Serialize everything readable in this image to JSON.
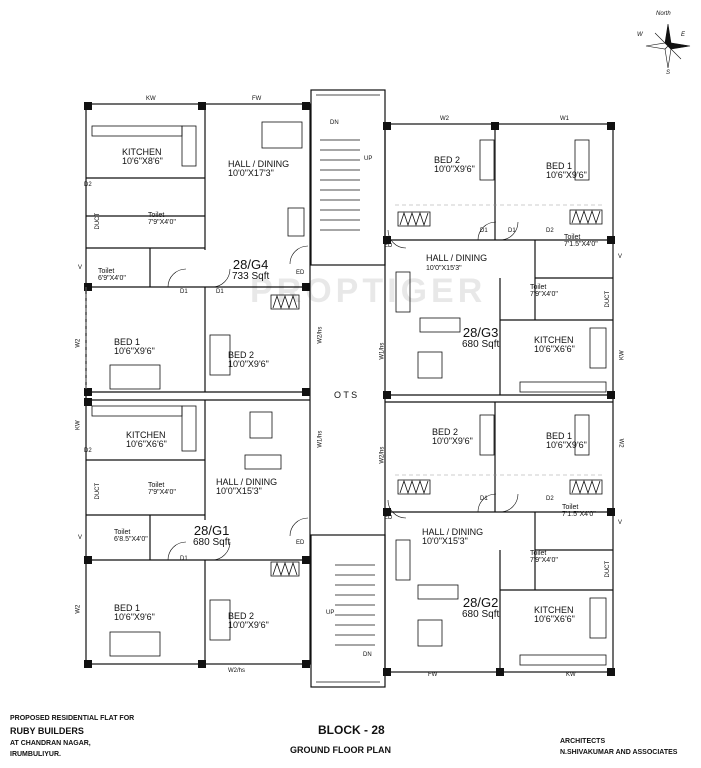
{
  "watermark": "PROPTIGER",
  "compass": {
    "north_word": "North",
    "n": "N",
    "s": "S",
    "e": "E",
    "w": "W"
  },
  "shaft": "O T S",
  "stairs": {
    "dn": "DN",
    "up": "UP"
  },
  "units": {
    "g4": {
      "name": "28/G4",
      "area": "733 Sqft"
    },
    "g3": {
      "name": "28/G3",
      "area": "680 Sqft"
    },
    "g1": {
      "name": "28/G1",
      "area": "680 Sqft"
    },
    "g2": {
      "name": "28/G2",
      "area": "680 Sqft"
    }
  },
  "rooms": {
    "g4_kitchen": {
      "name": "KITCHEN",
      "size": "10'6\"X8'6\""
    },
    "g4_hall": {
      "name": "HALL / DINING",
      "size": "10'0\"X17'3\""
    },
    "g4_toilet_a": {
      "name": "Toilet",
      "size": "7'9\"X4'0\""
    },
    "g4_toilet_b": {
      "name": "Toilet",
      "size": "6'9\"X4'0\""
    },
    "g4_bed1": {
      "name": "BED 1",
      "size": "10'6\"X9'6\""
    },
    "g4_bed2": {
      "name": "BED 2",
      "size": "10'0\"X9'6\""
    },
    "g3_bed2": {
      "name": "BED 2",
      "size": "10'0\"X9'6\""
    },
    "g3_bed1": {
      "name": "BED 1",
      "size": "10'6\"X9'6\""
    },
    "g3_toilet_a": {
      "name": "Toilet",
      "size": "7'1.5\"X4'0\""
    },
    "g3_hall": {
      "name": "HALL / DINING",
      "size": "10'0\"X15'3\""
    },
    "g3_toilet_b": {
      "name": "Toilet",
      "size": "7'9\"X4'0\""
    },
    "g3_kitchen": {
      "name": "KITCHEN",
      "size": "10'6\"X6'6\""
    },
    "g1_kitchen": {
      "name": "KITCHEN",
      "size": "10'6\"X6'6\""
    },
    "g1_toilet_a": {
      "name": "Toilet",
      "size": "7'9\"X4'0\""
    },
    "g1_hall": {
      "name": "HALL / DINING",
      "size": "10'0\"X15'3\""
    },
    "g1_toilet_b": {
      "name": "Toilet",
      "size": "6'8.5\"X4'0\""
    },
    "g1_bed1": {
      "name": "BED 1",
      "size": "10'6\"X9'6\""
    },
    "g1_bed2": {
      "name": "BED 2",
      "size": "10'0\"X9'6\""
    },
    "g2_bed2": {
      "name": "BED 2",
      "size": "10'0\"X9'6\""
    },
    "g2_bed1": {
      "name": "BED 1",
      "size": "10'6\"X9'6\""
    },
    "g2_toilet_a": {
      "name": "Toilet",
      "size": "7'1.5\"X4'0\""
    },
    "g2_hall": {
      "name": "HALL / DINING",
      "size": "10'0\"X15'3\""
    },
    "g2_toilet_b": {
      "name": "Toilet",
      "size": "7'9\"X4'0\""
    },
    "g2_kitchen": {
      "name": "KITCHEN",
      "size": "10'6\"X6'6\""
    }
  },
  "tags": {
    "kw": "KW",
    "fw": "FW",
    "w1": "W1",
    "w2": "W2",
    "v": "V",
    "d1": "D1",
    "d2": "D2",
    "ed": "ED",
    "duct": "DUCT",
    "w2hs": "W2/hs",
    "w1hs": "W1/hs"
  },
  "footer": {
    "left_line1": "PROPOSED RESIDENTIAL FLAT FOR",
    "left_line2": "RUBY BUILDERS",
    "left_line3": "AT CHANDRAN NAGAR,",
    "left_line4": "IRUMBULIYUR.",
    "block": "BLOCK - 28",
    "plan": "GROUND FLOOR PLAN",
    "right_line1": "ARCHITECTS",
    "right_line2": "N.SHIVAKUMAR AND ASSOCIATES"
  }
}
